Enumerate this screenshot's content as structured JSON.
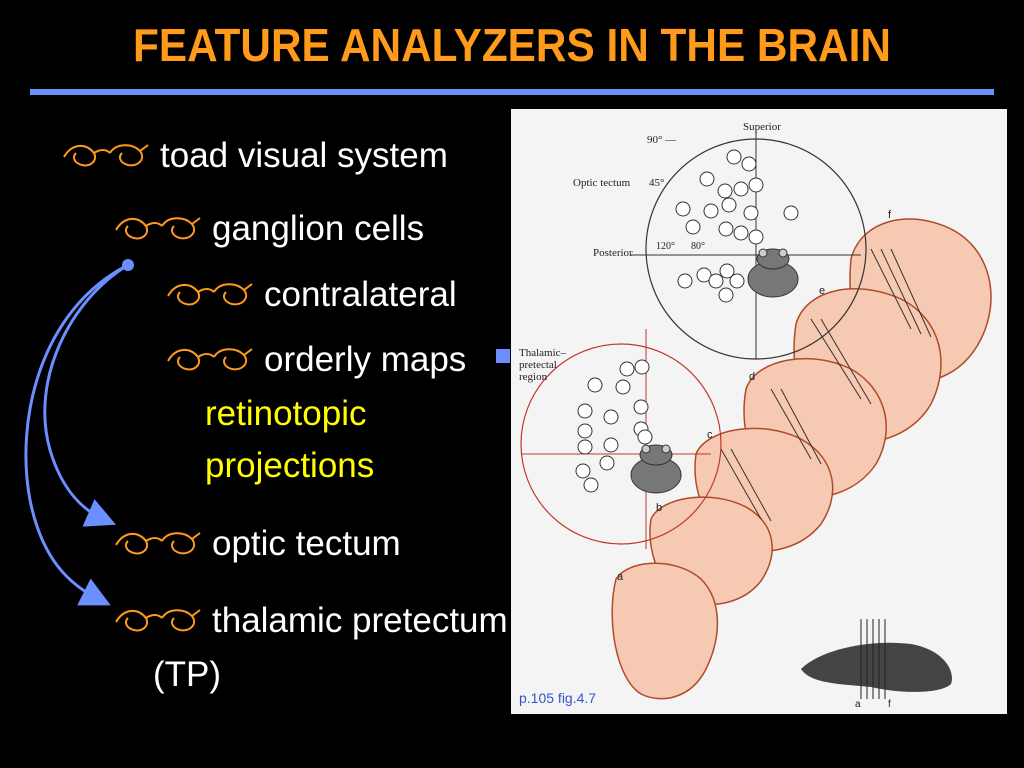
{
  "slide": {
    "title": "FEATURE ANALYZERS IN THE BRAIN",
    "bullets": [
      {
        "text": "toad visual system"
      },
      {
        "text": "ganglion cells"
      },
      {
        "text": "contralateral"
      },
      {
        "text": "orderly maps"
      },
      {
        "text": "optic tectum"
      },
      {
        "text": "thalamic pretectum"
      },
      {
        "text": "(TP)"
      }
    ],
    "highlight_lines": [
      "retinotopic",
      "projections"
    ],
    "bullet_icon": "glasses-icon"
  },
  "figure": {
    "caption": "p.105 fig.4.7",
    "labels": {
      "superior": "Superior",
      "ninety": "90° —",
      "optic_tectum": "Optic tectum",
      "forty_five": "45°",
      "posterior": "Posterior",
      "one_twenty": "120°",
      "eighty": "80°",
      "thalamic": "Thalamic–",
      "pretectal": "pretectal",
      "region": "region",
      "a": "a",
      "b": "b",
      "c": "c",
      "d": "d",
      "e": "e",
      "f": "f",
      "bottom_a": "a",
      "bottom_f": "f"
    }
  },
  "colors": {
    "title": "#ff9a1a",
    "rule": "#6b8fff",
    "highlight": "#ffff00",
    "arrow": "#6b8fff",
    "figure_bg": "#f4f4f4",
    "tissue": "#f6c9b2"
  }
}
